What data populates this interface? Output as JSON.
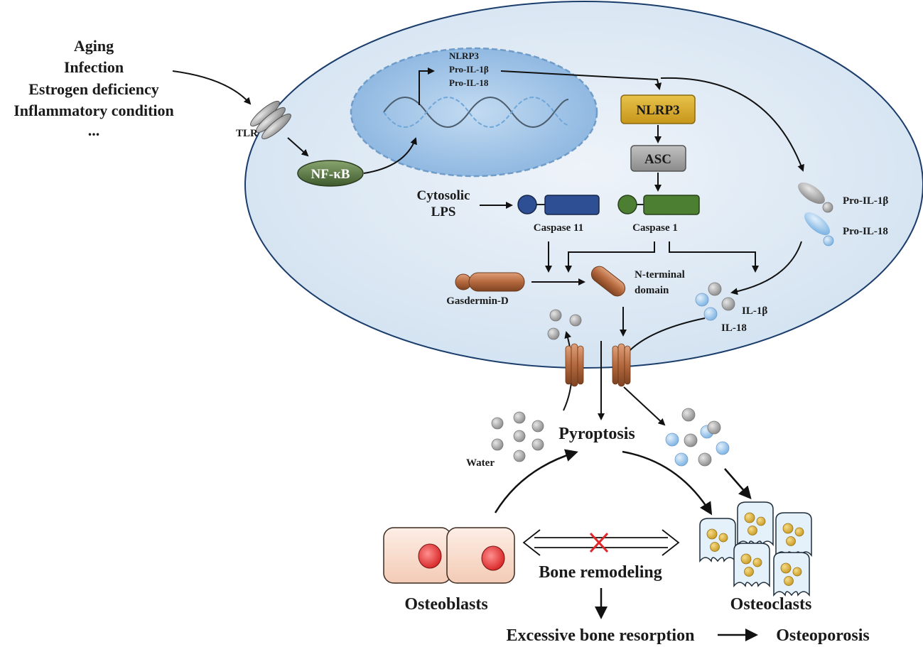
{
  "triggers": [
    "Aging",
    "Infection",
    "Estrogen deficiency",
    "Inflammatory condition",
    "..."
  ],
  "labels": {
    "tlr": "TLR",
    "nfkb": "NF-κB",
    "genes": [
      "NLRP3",
      "Pro-IL-1β",
      "Pro-IL-18"
    ],
    "nlrp3": "NLRP3",
    "asc": "ASC",
    "cytosolic_lps": [
      "Cytosolic",
      "LPS"
    ],
    "caspase11": "Caspase 11",
    "caspase1": "Caspase 1",
    "pro_il1b": "Pro-IL-1β",
    "pro_il18": "Pro-IL-18",
    "gasdermin": "Gasdermin-D",
    "nterminal": [
      "N-terminal",
      "domain"
    ],
    "il1b": "IL-1β",
    "il18": "IL-18",
    "water": "Water",
    "pyroptosis": "Pyroptosis",
    "osteoblasts": "Osteoblasts",
    "osteoclasts": "Osteoclasts",
    "bone_remodeling": "Bone remodeling",
    "excessive": "Excessive bone resorption",
    "osteoporosis": "Osteoporosis"
  },
  "colors": {
    "cell_fill": "#dfe9f4",
    "nucleus_fill": "#9cc2e8",
    "nlrp3": "#d4a623",
    "asc": "#9c9c9c",
    "caspase11": "#2e4f93",
    "caspase1": "#4d7f32",
    "gasdermin": "#b46a3f",
    "nfkb": "#4f6b3b",
    "il1b": "#9a9a9a",
    "il18": "#8fbce6",
    "block_x": "#e0262a"
  }
}
